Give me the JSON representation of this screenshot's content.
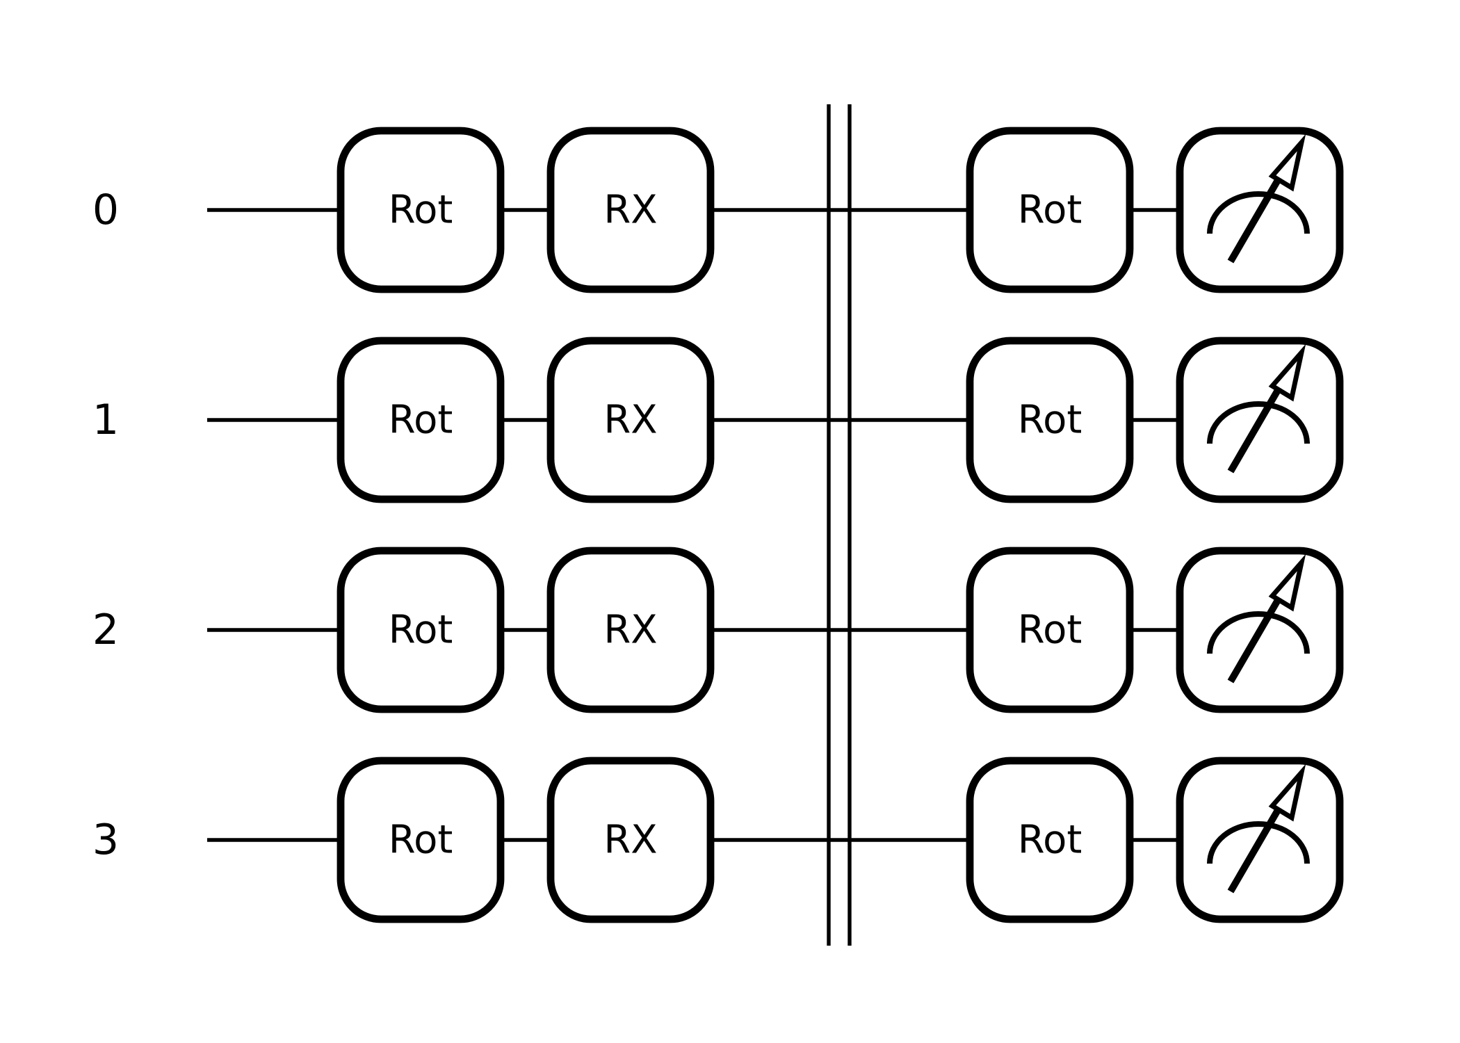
{
  "circuit": {
    "wires": [
      {
        "label": "0"
      },
      {
        "label": "1"
      },
      {
        "label": "2"
      },
      {
        "label": "3"
      }
    ],
    "layers": [
      {
        "type": "gate",
        "label": "Rot"
      },
      {
        "type": "gate",
        "label": "RX"
      },
      {
        "type": "barrier"
      },
      {
        "type": "gate",
        "label": "Rot"
      },
      {
        "type": "measure",
        "icon": "measurement-meter-icon"
      }
    ]
  }
}
